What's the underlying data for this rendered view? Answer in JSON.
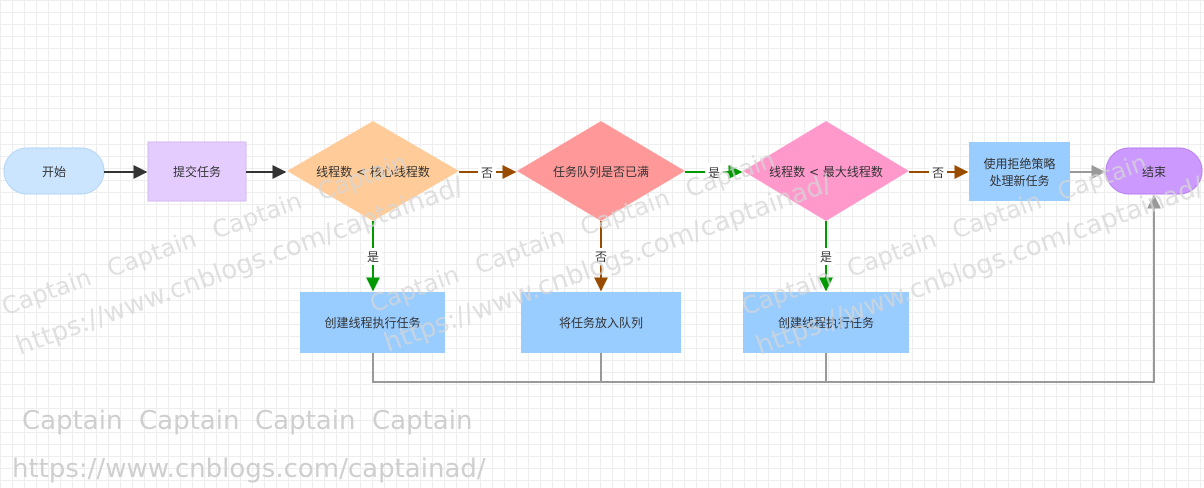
{
  "nodes": {
    "start": "开始",
    "submit": "提交任务",
    "check_core": "线程数 < 核心线程数",
    "check_queue": "任务队列是否已满",
    "check_max": "线程数 < 最大线程数",
    "reject_line1": "使用拒绝策略",
    "reject_line2": "处理新任务",
    "end": "结束",
    "create_core": "创建线程执行任务",
    "enqueue": "将任务放入队列",
    "create_max": "创建线程执行任务"
  },
  "edges": {
    "core_no": "否",
    "core_yes": "是",
    "queue_no": "否",
    "queue_yes": "是",
    "max_no": "否",
    "max_yes": "是"
  },
  "watermark": {
    "word": "Captain",
    "url": "https://www.cnblogs.com/captainad/"
  },
  "colors": {
    "start_end": "#cce5ff",
    "end": "#cc99ff",
    "submit": "#e5ccff",
    "core_diamond": "#ffcc99",
    "queue_diamond": "#ff9999",
    "max_diamond": "#ff99cc",
    "action": "#99ccff",
    "arrow_dark": "#333333",
    "arrow_no": "#994c00",
    "arrow_yes": "#009900",
    "arrow_gray": "#999999"
  }
}
